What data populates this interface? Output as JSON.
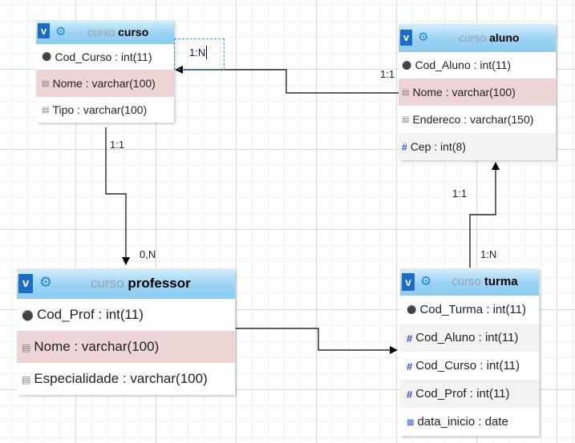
{
  "tables": {
    "curso": {
      "prefix": "curso",
      "name": "curso",
      "fields": [
        {
          "name": "Cod_Curso : int(11)",
          "icon": "key-icon"
        },
        {
          "name": "Nome : varchar(100)",
          "icon": "text-field-icon"
        },
        {
          "name": "Tipo : varchar(100)",
          "icon": "text-field-icon"
        }
      ]
    },
    "aluno": {
      "prefix": "curso",
      "name": "aluno",
      "fields": [
        {
          "name": "Cod_Aluno : int(11)",
          "icon": "key-icon"
        },
        {
          "name": "Nome : varchar(100)",
          "icon": "text-field-icon"
        },
        {
          "name": "Endereco : varchar(150)",
          "icon": "text-field-icon"
        },
        {
          "name": "Cep : int(8)",
          "icon": "numeric-field-icon"
        }
      ]
    },
    "professor": {
      "prefix": "curso",
      "name": "professor",
      "fields": [
        {
          "name": "Cod_Prof : int(11)",
          "icon": "key-icon"
        },
        {
          "name": "Nome : varchar(100)",
          "icon": "text-field-icon"
        },
        {
          "name": "Especialidade : varchar(100)",
          "icon": "text-field-icon"
        }
      ]
    },
    "turma": {
      "prefix": "curso",
      "name": "turma",
      "fields": [
        {
          "name": "Cod_Turma : int(11)",
          "icon": "key-icon"
        },
        {
          "name": "Cod_Aluno : int(11)",
          "icon": "numeric-field-icon"
        },
        {
          "name": "Cod_Curso : int(11)",
          "icon": "numeric-field-icon"
        },
        {
          "name": "Cod_Prof : int(11)",
          "icon": "numeric-field-icon"
        },
        {
          "name": "data_inicio : date",
          "icon": "date-field-icon"
        }
      ]
    }
  },
  "toggle_label": "v",
  "cardinality": {
    "curso_aluno_curso_side": "1:N",
    "curso_aluno_aluno_side": "1:1",
    "curso_professor_curso_side": "1:1",
    "curso_professor_professor_side": "0,N",
    "aluno_turma_aluno_side": "1:1",
    "aluno_turma_turma_side": "1:N"
  },
  "colors": {
    "header_top": "#d6eefc",
    "header_bottom": "#8ccbf0",
    "toggle_bg": "#1a6cc7",
    "highlight_row": "#eed6d6",
    "alt_row": "#f3f3f3",
    "link_line": "#000000"
  }
}
